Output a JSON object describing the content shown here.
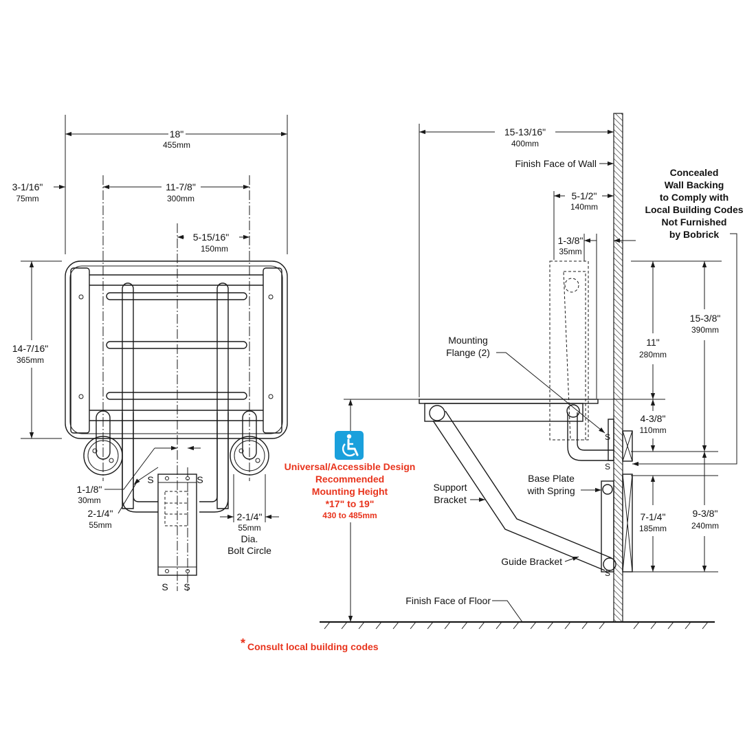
{
  "colors": {
    "line": "#1a1a1a",
    "accent_red": "#e8331c",
    "accessibility_blue": "#1aa0dc"
  },
  "front_view": {
    "width": {
      "in": "18\"",
      "mm": "455mm"
    },
    "bolt_spacing": {
      "in": "11-7/8\"",
      "mm": "300mm"
    },
    "center_offset": {
      "in": "5-15/16\"",
      "mm": "150mm"
    },
    "side_offset": {
      "in": "3-1/16\"",
      "mm": "75mm"
    },
    "seat_depth": {
      "in": "14-7/16\"",
      "mm": "365mm"
    },
    "flange_offset": {
      "in": "1-1/8\"",
      "mm": "30mm"
    },
    "bolt_circle_left": {
      "in": "2-1/4\"",
      "mm": "55mm"
    },
    "bolt_circle_right": {
      "in": "2-1/4\"",
      "mm": "55mm",
      "note1": "Dia.",
      "note2": "Bolt Circle"
    },
    "screw_mark": "S"
  },
  "side_view": {
    "overall_depth": {
      "in": "15-13/16\"",
      "mm": "400mm"
    },
    "finish_face_wall": "Finish Face of Wall",
    "flange_depth": {
      "in": "5-1/2\"",
      "mm": "140mm"
    },
    "flange_thickness": {
      "in": "1-3/8\"",
      "mm": "35mm"
    },
    "upper_height": {
      "in": "11\"",
      "mm": "280mm"
    },
    "total_height": {
      "in": "15-3/8\"",
      "mm": "390mm"
    },
    "flange_height": {
      "in": "4-3/8\"",
      "mm": "110mm"
    },
    "lower_height": {
      "in": "7-1/4\"",
      "mm": "185mm"
    },
    "base_height": {
      "in": "9-3/8\"",
      "mm": "240mm"
    },
    "mounting_flange": [
      "Mounting",
      "Flange (2)"
    ],
    "base_plate": [
      "Base Plate",
      "with Spring"
    ],
    "support_bracket": [
      "Support",
      "Bracket"
    ],
    "guide_bracket": "Guide Bracket",
    "finish_face_floor": "Finish Face of Floor",
    "concealed_backing": [
      "Concealed",
      "Wall Backing",
      "to Comply with",
      "Local Building Codes",
      "Not Furnished",
      "by Bobrick"
    ]
  },
  "accessible_note": {
    "icon": "wheelchair-icon",
    "lines": [
      "Universal/Accessible Design",
      "Recommended",
      "Mounting Height"
    ],
    "height_in": "*17\" to 19\"",
    "height_mm": "430 to 485mm"
  },
  "footnote": {
    "star": "*",
    "text": "Consult local building codes"
  }
}
